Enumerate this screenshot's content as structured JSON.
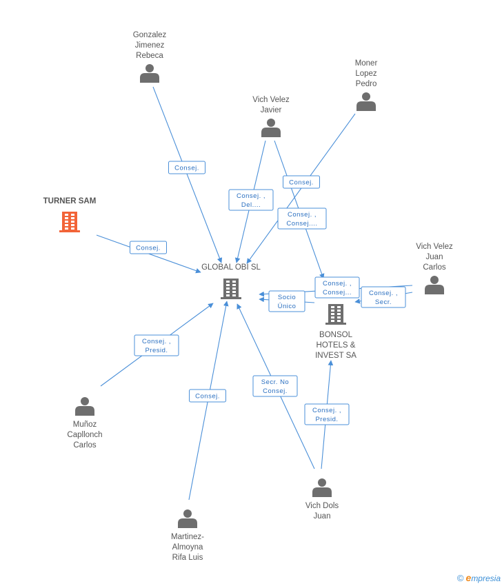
{
  "colors": {
    "edge": "#4a8fd8",
    "edge_text": "#2a6fc0",
    "person_icon": "#6e6e6e",
    "company_icon": "#6e6e6e",
    "highlight_company_icon": "#f26438",
    "brand_blue": "#3c8fd6",
    "brand_orange": "#f08a1c"
  },
  "nodes": [
    {
      "id": "gonzalez",
      "type": "person",
      "lines": [
        "Gonzalez",
        "Jimenez",
        "Rebeca"
      ],
      "label_pos": "above"
    },
    {
      "id": "moner",
      "type": "person",
      "lines": [
        "Moner",
        "Lopez",
        "Pedro"
      ],
      "label_pos": "above"
    },
    {
      "id": "vichjavier",
      "type": "person",
      "lines": [
        "Vich Velez",
        "Javier"
      ],
      "label_pos": "above"
    },
    {
      "id": "turner",
      "type": "company",
      "highlight": true,
      "lines": [
        "TURNER SAM"
      ],
      "label_pos": "above"
    },
    {
      "id": "global",
      "type": "company",
      "lines": [
        "GLOBAL OBI SL"
      ],
      "label_pos": "above"
    },
    {
      "id": "vichjuancarlos",
      "type": "person",
      "lines": [
        "Vich Velez",
        "Juan",
        "Carlos"
      ],
      "label_pos": "above"
    },
    {
      "id": "bonsol",
      "type": "company",
      "lines": [
        "BONSOL",
        "HOTELS &",
        "INVEST SA"
      ],
      "label_pos": "below"
    },
    {
      "id": "munoz",
      "type": "person",
      "lines": [
        "Muñoz",
        "Capllonch",
        "Carlos"
      ],
      "label_pos": "below"
    },
    {
      "id": "martinez",
      "type": "person",
      "lines": [
        "Martinez-",
        "Almoyna",
        "Rifa Luis"
      ],
      "label_pos": "below"
    },
    {
      "id": "vichdols",
      "type": "person",
      "lines": [
        "Vich Dols",
        "Juan"
      ],
      "label_pos": "below"
    }
  ],
  "edges": [
    {
      "from": "gonzalez",
      "to": "global",
      "lines": [
        "Consej."
      ]
    },
    {
      "from": "vichjavier",
      "to": "global",
      "lines": [
        "Consej. ,",
        "Del...."
      ]
    },
    {
      "from": "vichjavier",
      "to": "bonsol",
      "lines": [
        "Consej. ,",
        "Consej...."
      ]
    },
    {
      "from": "moner",
      "to": "global",
      "lines": [
        "Consej."
      ]
    },
    {
      "from": "turner",
      "to": "global",
      "lines": [
        "Consej."
      ]
    },
    {
      "from": "vichjuancarlos",
      "to": "global",
      "lines": [
        "Consej. ,",
        "Consej..."
      ]
    },
    {
      "from": "vichjuancarlos",
      "to": "bonsol",
      "lines": [
        "Consej. ,",
        "Secr."
      ]
    },
    {
      "from": "bonsol",
      "to": "global",
      "lines": [
        "Socio",
        "Único"
      ]
    },
    {
      "from": "munoz",
      "to": "global",
      "lines": [
        "Consej. ,",
        "Presid."
      ]
    },
    {
      "from": "martinez",
      "to": "global",
      "lines": [
        "Consej."
      ]
    },
    {
      "from": "vichdols",
      "to": "global",
      "lines": [
        "Secr.  No",
        "Consej."
      ]
    },
    {
      "from": "vichdols",
      "to": "bonsol",
      "lines": [
        "Consej. ,",
        "Presid."
      ]
    }
  ],
  "footer": {
    "copyright_symbol": "©",
    "brand_initial": "e",
    "brand_rest": "mpresia"
  }
}
